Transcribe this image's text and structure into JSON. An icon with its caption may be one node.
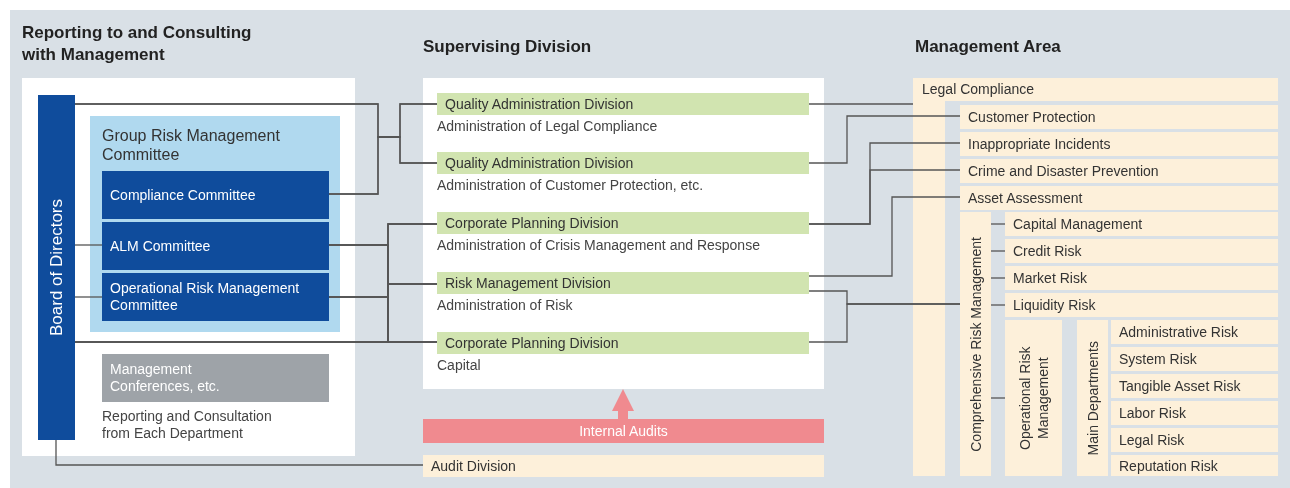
{
  "diagram": {
    "nodes": [
      {
        "text": [
          "Reporting to and Consulting with Management"
        ]
      },
      {
        "text": [
          "Board of Directors"
        ],
        "in": 0
      },
      {
        "text": [
          "Group Risk Management Committee"
        ],
        "in": 0
      },
      {
        "text": [
          "Compliance Committee"
        ],
        "in": 2
      },
      {
        "text": [
          "ALM Committee"
        ],
        "in": 2
      },
      {
        "text": [
          "Operational Risk Management Committee"
        ],
        "in": 2
      },
      {
        "text": [
          "Management Conferences, etc."
        ],
        "in": 0,
        "beside": [
          "Reporting and Consultation from Each Department"
        ]
      },
      {
        "text": [
          "Supervising Division"
        ]
      },
      {
        "text": [
          "Quality Administration Division"
        ],
        "in": 7,
        "beside": [
          "Administration of Legal Compliance"
        ]
      },
      {
        "text": [
          "Quality Administration Division"
        ],
        "in": 7,
        "beside": [
          "Administration of Customer Protection, etc."
        ]
      },
      {
        "text": [
          "Corporate Planning Division"
        ],
        "in": 7,
        "beside": [
          "Administration of Crisis Management and Response"
        ]
      },
      {
        "text": [
          "Risk Management Division"
        ],
        "in": 7,
        "beside": [
          "Administration of Risk"
        ]
      },
      {
        "text": [
          "Corporate Planning Division"
        ],
        "in": 7,
        "beside": [
          "Capital"
        ]
      },
      {
        "text": [
          "Internal Audits"
        ]
      },
      {
        "text": [
          "Audit Division"
        ]
      },
      {
        "text": [
          "Legal Compliance"
        ]
      },
      {
        "text": [
          "Customer Protection"
        ],
        "in": 15
      },
      {
        "text": [
          "Inappropriate Incidents"
        ],
        "in": 15
      },
      {
        "text": [
          "Crime and Disaster Prevention"
        ],
        "in": 15
      },
      {
        "text": [
          "Asset Assessment"
        ],
        "in": 15
      },
      {
        "text": [
          "Comprehensive Risk Management"
        ],
        "in": 15
      },
      {
        "text": [
          "Capital Management"
        ],
        "in": 15
      },
      {
        "text": [
          "Credit Risk"
        ],
        "in": 15
      },
      {
        "text": [
          "Market Risk"
        ],
        "in": 15
      },
      {
        "text": [
          "Liquidity Risk"
        ],
        "in": 15
      },
      {
        "text": [
          "Operational Risk Management"
        ],
        "in": 15
      },
      {
        "text": [
          "Main Departments"
        ],
        "in": 15
      },
      {
        "text": [
          "Administrative Risk"
        ],
        "in": 15
      },
      {
        "text": [
          "System Risk"
        ],
        "in": 15
      },
      {
        "text": [
          "Tangible Asset Risk"
        ],
        "in": 15
      },
      {
        "text": [
          "Labor Risk"
        ],
        "in": 15
      },
      {
        "text": [
          "Legal Risk"
        ],
        "in": 15
      },
      {
        "text": [
          "Reputation Risk"
        ],
        "in": 15
      }
    ],
    "edges": [
      {
        "from": 1,
        "to": 8,
        "arrow": "none"
      },
      {
        "from": 1,
        "to": 9,
        "arrow": "none"
      },
      {
        "from": 3,
        "to": 8,
        "arrow": "none"
      },
      {
        "from": 3,
        "to": 9,
        "arrow": "none"
      },
      {
        "from": 1,
        "to": 4,
        "arrow": "none"
      },
      {
        "from": 1,
        "to": 5,
        "arrow": "none"
      },
      {
        "from": 4,
        "to": 10,
        "arrow": "none"
      },
      {
        "from": 4,
        "to": 11,
        "arrow": "none"
      },
      {
        "from": 4,
        "to": 12,
        "arrow": "none"
      },
      {
        "from": 5,
        "to": 10,
        "arrow": "none"
      },
      {
        "from": 5,
        "to": 11,
        "arrow": "none"
      },
      {
        "from": 5,
        "to": 12,
        "arrow": "none"
      },
      {
        "from": 1,
        "to": 10,
        "arrow": "none"
      },
      {
        "from": 1,
        "to": 11,
        "arrow": "none"
      },
      {
        "from": 1,
        "to": 12,
        "arrow": "none"
      },
      {
        "from": 1,
        "to": 14,
        "arrow": "none"
      },
      {
        "from": 13,
        "to": 7,
        "arrow": "to",
        "style": "thick",
        "color": "#f08a8f"
      },
      {
        "from": 8,
        "to": 15,
        "arrow": "none"
      },
      {
        "from": 9,
        "to": 16,
        "arrow": "none"
      },
      {
        "from": 10,
        "to": 17,
        "arrow": "none"
      },
      {
        "from": 10,
        "to": 18,
        "arrow": "none"
      },
      {
        "from": 11,
        "to": 19,
        "arrow": "none"
      },
      {
        "from": 11,
        "to": 20,
        "arrow": "none"
      },
      {
        "from": 12,
        "to": 20,
        "arrow": "none"
      },
      {
        "from": 20,
        "to": 21,
        "arrow": "none"
      },
      {
        "from": 20,
        "to": 22,
        "arrow": "none"
      },
      {
        "from": 20,
        "to": 23,
        "arrow": "none"
      },
      {
        "from": 20,
        "to": 24,
        "arrow": "none"
      },
      {
        "from": 20,
        "to": 25,
        "arrow": "none"
      }
    ],
    "labels": [
      "Management Area"
    ]
  }
}
